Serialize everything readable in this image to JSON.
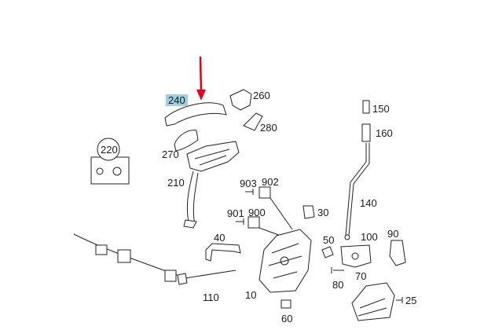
{
  "diagram": {
    "highlight_color": "#9fd0e0",
    "arrow_color": "#e3001b",
    "callouts": [
      "240",
      "260",
      "280",
      "270",
      "220",
      "210",
      "150",
      "160",
      "140",
      "903",
      "902",
      "901",
      "900",
      "30",
      "40",
      "50",
      "100",
      "90",
      "70",
      "80",
      "110",
      "10",
      "60",
      "25"
    ]
  }
}
